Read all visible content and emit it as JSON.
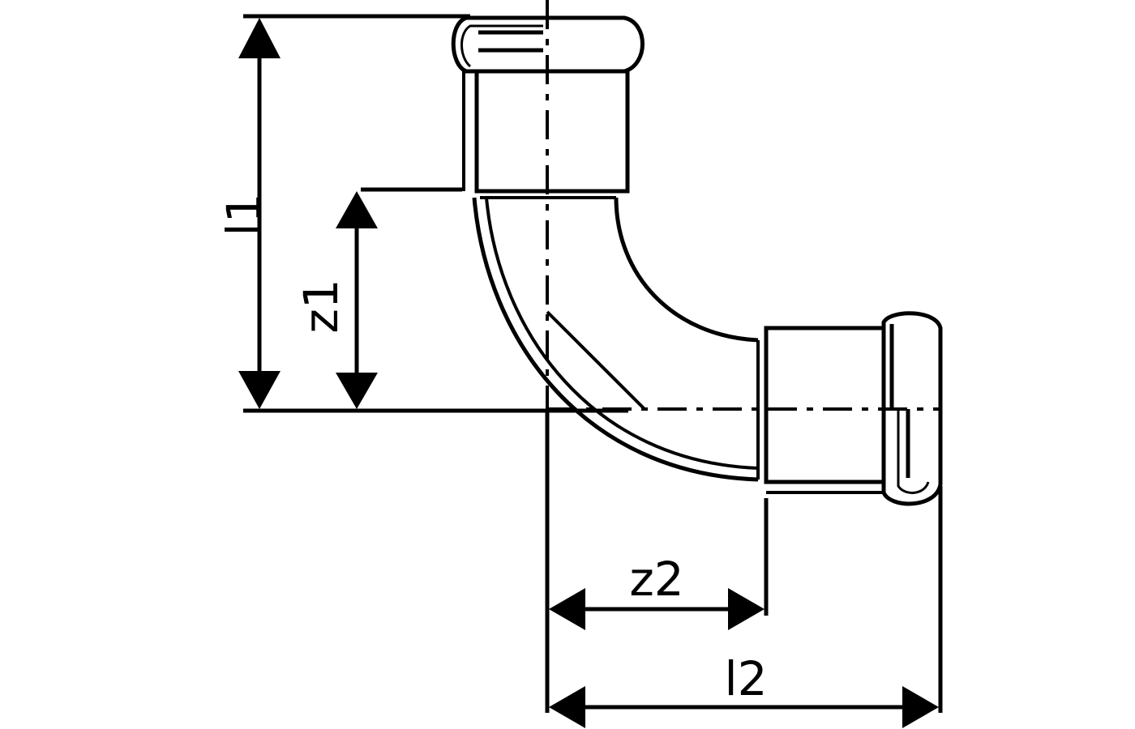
{
  "diagram": {
    "labels": {
      "l1": "l1",
      "z1": "z1",
      "z2": "z2",
      "l2": "l2"
    }
  }
}
